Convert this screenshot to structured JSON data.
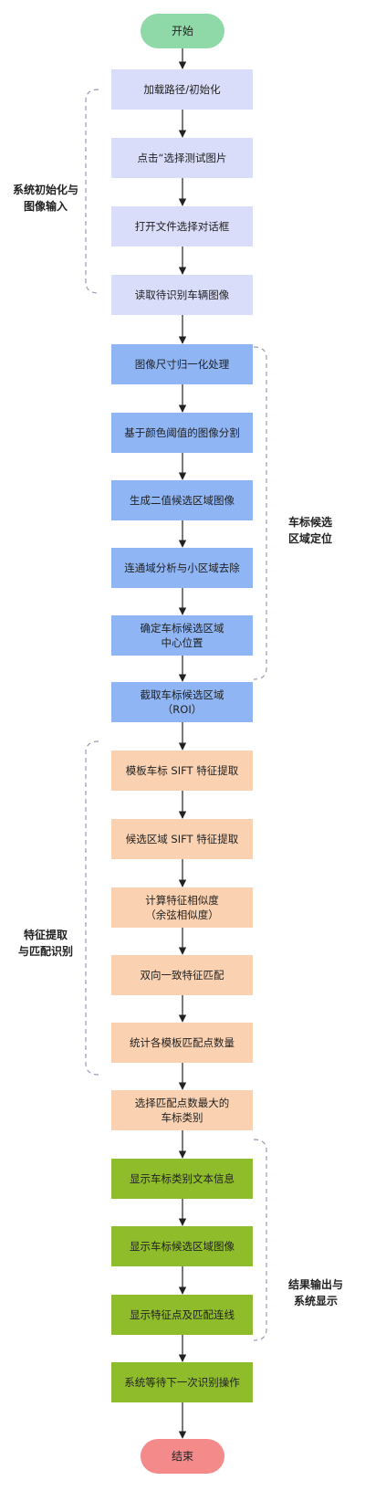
{
  "start": "开始",
  "end": "结束",
  "steps": [
    "加载路径/初始化",
    "点击“选择测试图片",
    "打开文件选择对话框",
    "读取待识别车辆图像",
    "图像尺寸归一化处理",
    "基于颜色阈值的图像分割",
    "生成二值候选区域图像",
    "连通域分析与小区域去除",
    "确定车标候选区域\n中心位置",
    "截取车标候选区域\n（ROI）",
    "模板车标 SIFT 特征提取",
    "候选区域 SIFT 特征提取",
    "计算特征相似度\n（余弦相似度）",
    "双向一致特征匹配",
    "统计各模板匹配点数量",
    "选择匹配点数最大的\n车标类别",
    "显示车标类别文本信息",
    "显示车标候选区域图像",
    "显示特征点及匹配连线",
    "系统等待下一次识别操作"
  ],
  "groups": [
    "系统初始化与\n图像输入",
    "车标候选\n区域定位",
    "特征提取\n与匹配识别",
    "结果输出与\n系统显示"
  ],
  "colors": {
    "start": "#8fd8a8",
    "end": "#f48a8a",
    "stage1": "#d9ddfa",
    "stage2": "#8fb5f5",
    "stage3": "#fbd2b1",
    "stage4": "#8fbc2b",
    "arrow": "#222222",
    "bracket": "#9a9ab8"
  }
}
